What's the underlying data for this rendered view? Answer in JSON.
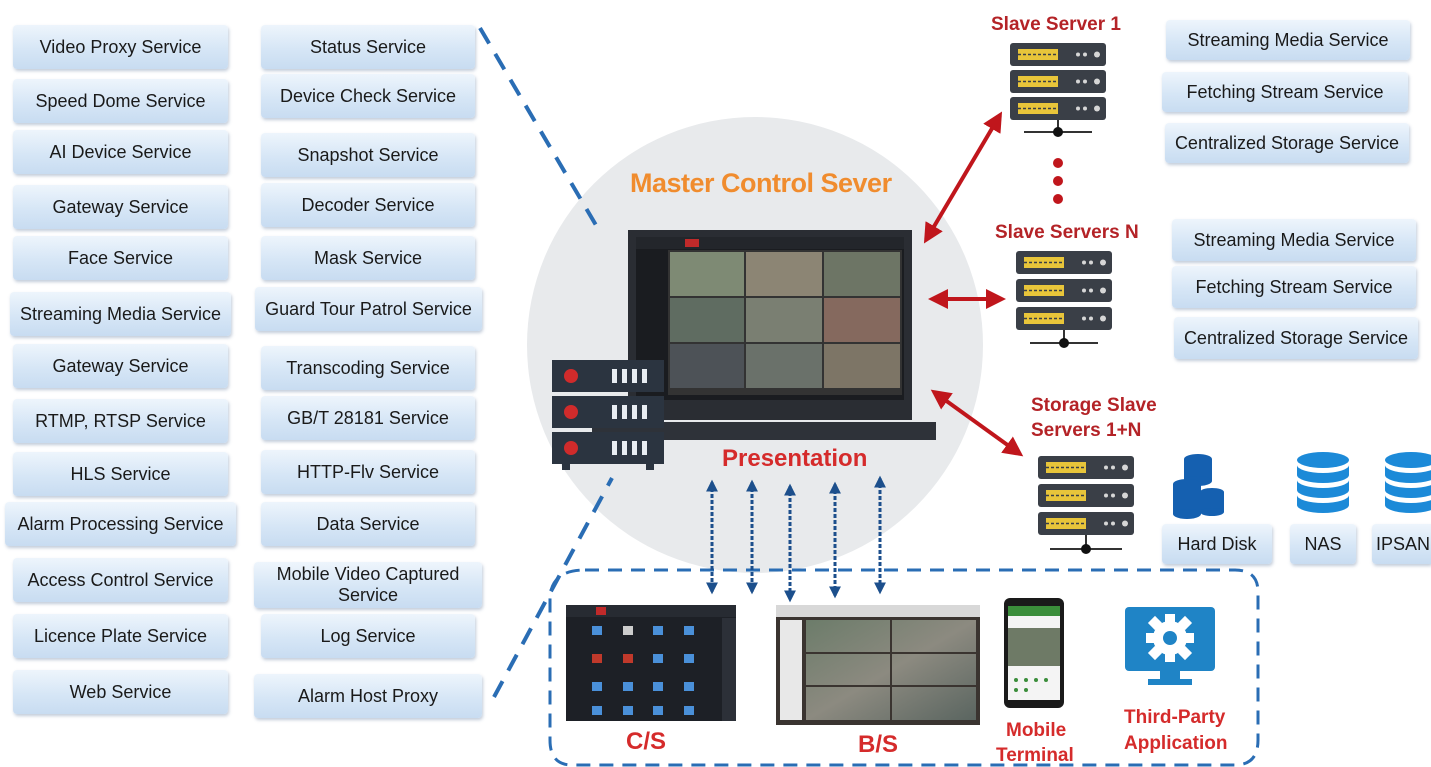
{
  "left_column": [
    "Video Proxy Service",
    "Speed Dome Service",
    "AI Device Service",
    "Gateway Service",
    "Face Service",
    "Streaming Media Service",
    "Gateway Service",
    "RTMP, RTSP Service",
    "HLS Service",
    "Alarm Processing Service",
    "Access Control Service",
    "Licence Plate Service",
    "Web Service"
  ],
  "middle_column": [
    "Status Service",
    "Device Check Service",
    "Snapshot Service",
    "Decoder Service",
    "Mask Service",
    "Guard Tour Patrol Service",
    "Transcoding  Service",
    "GB/T 28181 Service",
    "HTTP-Flv Service",
    "Data Service",
    "Mobile Video Captured Service",
    "Log Service",
    "Alarm Host Proxy"
  ],
  "center": {
    "title": "Master Control Sever",
    "presentation": "Presentation"
  },
  "slave1": {
    "title": "Slave Server 1",
    "services": [
      "Streaming Media Service",
      "Fetching Stream Service",
      "Centralized Storage Service"
    ]
  },
  "slaveN": {
    "title": "Slave Servers N",
    "services": [
      "Streaming Media Service",
      "Fetching Stream Service",
      "Centralized Storage Service"
    ]
  },
  "storage": {
    "title_line1": "Storage Slave",
    "title_line2": "Servers 1+N",
    "items": [
      "Hard Disk",
      "NAS",
      "IPSAN"
    ]
  },
  "clients": {
    "cs": "C/S",
    "bs": "B/S",
    "mobile_line1": "Mobile",
    "mobile_line2": "Terminal",
    "third_line1": "Third-Party",
    "third_line2": "Application"
  },
  "colors": {
    "orange": "#f08c2e",
    "red": "#b42327",
    "arrow_red": "#c0161c",
    "blue": "#1f6fb5",
    "dashed_blue": "#2a6db4",
    "light_blue": "#1c8ad8"
  },
  "icons": {
    "server": "server-rack-icon",
    "database": "database-icon",
    "gear": "gear-icon"
  }
}
